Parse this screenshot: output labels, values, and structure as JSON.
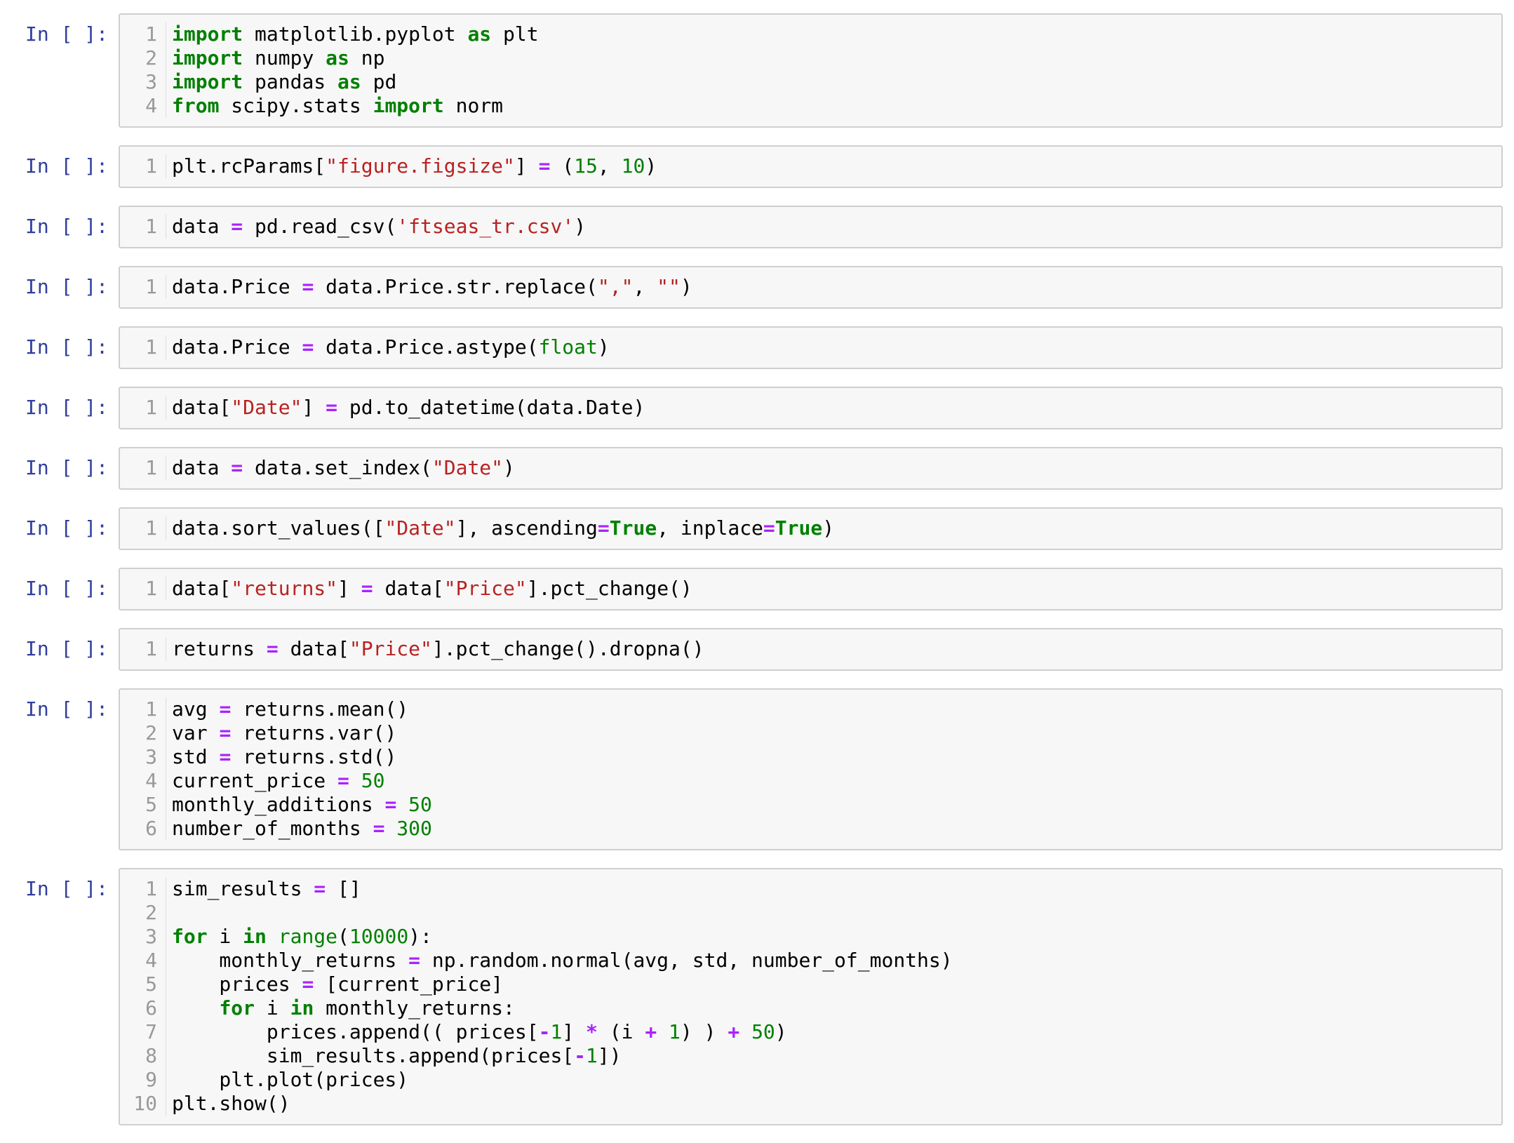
{
  "prompt_label": "In [ ]:",
  "colors": {
    "keyword": "#008000",
    "string": "#BA2121",
    "number": "#008000",
    "operator": "#AA22FF",
    "prompt": "#303F9F"
  },
  "cells": [
    {
      "lines": [
        [
          [
            "import",
            "k"
          ],
          [
            " matplotlib.pyplot ",
            "p"
          ],
          [
            "as",
            "k"
          ],
          [
            " plt",
            "p"
          ]
        ],
        [
          [
            "import",
            "k"
          ],
          [
            " numpy ",
            "p"
          ],
          [
            "as",
            "k"
          ],
          [
            " np",
            "p"
          ]
        ],
        [
          [
            "import",
            "k"
          ],
          [
            " pandas ",
            "p"
          ],
          [
            "as",
            "k"
          ],
          [
            " pd",
            "p"
          ]
        ],
        [
          [
            "from",
            "k"
          ],
          [
            " scipy.stats ",
            "p"
          ],
          [
            "import",
            "k"
          ],
          [
            " norm",
            "p"
          ]
        ]
      ]
    },
    {
      "lines": [
        [
          [
            "plt.rcParams[",
            "p"
          ],
          [
            "\"figure.figsize\"",
            "s"
          ],
          [
            "] ",
            "p"
          ],
          [
            "=",
            "o"
          ],
          [
            " (",
            "p"
          ],
          [
            "15",
            "n"
          ],
          [
            ", ",
            "p"
          ],
          [
            "10",
            "n"
          ],
          [
            ")",
            "p"
          ]
        ]
      ]
    },
    {
      "lines": [
        [
          [
            "data ",
            "p"
          ],
          [
            "=",
            "o"
          ],
          [
            " pd.read_csv(",
            "p"
          ],
          [
            "'ftseas_tr.csv'",
            "s"
          ],
          [
            ")",
            "p"
          ]
        ]
      ]
    },
    {
      "lines": [
        [
          [
            "data.Price ",
            "p"
          ],
          [
            "=",
            "o"
          ],
          [
            " data.Price.str.replace(",
            "p"
          ],
          [
            "\",\"",
            "s"
          ],
          [
            ", ",
            "p"
          ],
          [
            "\"\"",
            "s"
          ],
          [
            ")",
            "p"
          ]
        ]
      ]
    },
    {
      "lines": [
        [
          [
            "data.Price ",
            "p"
          ],
          [
            "=",
            "o"
          ],
          [
            " data.Price.astype(",
            "p"
          ],
          [
            "float",
            "b"
          ],
          [
            ")",
            "p"
          ]
        ]
      ]
    },
    {
      "lines": [
        [
          [
            "data[",
            "p"
          ],
          [
            "\"Date\"",
            "s"
          ],
          [
            "] ",
            "p"
          ],
          [
            "=",
            "o"
          ],
          [
            " pd.to_datetime(data.Date)",
            "p"
          ]
        ]
      ]
    },
    {
      "lines": [
        [
          [
            "data ",
            "p"
          ],
          [
            "=",
            "o"
          ],
          [
            " data.set_index(",
            "p"
          ],
          [
            "\"Date\"",
            "s"
          ],
          [
            ")",
            "p"
          ]
        ]
      ]
    },
    {
      "lines": [
        [
          [
            "data.sort_values([",
            "p"
          ],
          [
            "\"Date\"",
            "s"
          ],
          [
            "], ascending",
            "p"
          ],
          [
            "=",
            "o"
          ],
          [
            "True",
            "k"
          ],
          [
            ", inplace",
            "p"
          ],
          [
            "=",
            "o"
          ],
          [
            "True",
            "k"
          ],
          [
            ")",
            "p"
          ]
        ]
      ]
    },
    {
      "lines": [
        [
          [
            "data[",
            "p"
          ],
          [
            "\"returns\"",
            "s"
          ],
          [
            "] ",
            "p"
          ],
          [
            "=",
            "o"
          ],
          [
            " data[",
            "p"
          ],
          [
            "\"Price\"",
            "s"
          ],
          [
            "].pct_change()",
            "p"
          ]
        ]
      ]
    },
    {
      "lines": [
        [
          [
            "returns ",
            "p"
          ],
          [
            "=",
            "o"
          ],
          [
            " data[",
            "p"
          ],
          [
            "\"Price\"",
            "s"
          ],
          [
            "].pct_change().dropna()",
            "p"
          ]
        ]
      ]
    },
    {
      "lines": [
        [
          [
            "avg ",
            "p"
          ],
          [
            "=",
            "o"
          ],
          [
            " returns.mean()",
            "p"
          ]
        ],
        [
          [
            "var ",
            "p"
          ],
          [
            "=",
            "o"
          ],
          [
            " returns.var()",
            "p"
          ]
        ],
        [
          [
            "std ",
            "p"
          ],
          [
            "=",
            "o"
          ],
          [
            " returns.std()",
            "p"
          ]
        ],
        [
          [
            "current_price ",
            "p"
          ],
          [
            "=",
            "o"
          ],
          [
            " ",
            "p"
          ],
          [
            "50",
            "n"
          ]
        ],
        [
          [
            "monthly_additions ",
            "p"
          ],
          [
            "=",
            "o"
          ],
          [
            " ",
            "p"
          ],
          [
            "50",
            "n"
          ]
        ],
        [
          [
            "number_of_months ",
            "p"
          ],
          [
            "=",
            "o"
          ],
          [
            " ",
            "p"
          ],
          [
            "300",
            "n"
          ]
        ]
      ]
    },
    {
      "lines": [
        [
          [
            "sim_results ",
            "p"
          ],
          [
            "=",
            "o"
          ],
          [
            " []",
            "p"
          ]
        ],
        [],
        [
          [
            "for",
            "k"
          ],
          [
            " i ",
            "p"
          ],
          [
            "in",
            "k"
          ],
          [
            " ",
            "p"
          ],
          [
            "range",
            "b"
          ],
          [
            "(",
            "p"
          ],
          [
            "10000",
            "n"
          ],
          [
            "):",
            "p"
          ]
        ],
        [
          [
            "    monthly_returns ",
            "p"
          ],
          [
            "=",
            "o"
          ],
          [
            " np.random.normal(avg, std, number_of_months)",
            "p"
          ]
        ],
        [
          [
            "    prices ",
            "p"
          ],
          [
            "=",
            "o"
          ],
          [
            " [current_price]",
            "p"
          ]
        ],
        [
          [
            "    ",
            "p"
          ],
          [
            "for",
            "k"
          ],
          [
            " i ",
            "p"
          ],
          [
            "in",
            "k"
          ],
          [
            " monthly_returns:",
            "p"
          ]
        ],
        [
          [
            "        prices.append(( prices[",
            "p"
          ],
          [
            "-",
            "o"
          ],
          [
            "1",
            "n"
          ],
          [
            "] ",
            "p"
          ],
          [
            "*",
            "o"
          ],
          [
            " (i ",
            "p"
          ],
          [
            "+",
            "o"
          ],
          [
            " ",
            "p"
          ],
          [
            "1",
            "n"
          ],
          [
            ") ) ",
            "p"
          ],
          [
            "+",
            "o"
          ],
          [
            " ",
            "p"
          ],
          [
            "50",
            "n"
          ],
          [
            ")",
            "p"
          ]
        ],
        [
          [
            "        sim_results.append(prices[",
            "p"
          ],
          [
            "-",
            "o"
          ],
          [
            "1",
            "n"
          ],
          [
            "])",
            "p"
          ]
        ],
        [
          [
            "    plt.plot(prices)",
            "p"
          ]
        ],
        [
          [
            "plt.show()",
            "p"
          ]
        ]
      ]
    }
  ]
}
